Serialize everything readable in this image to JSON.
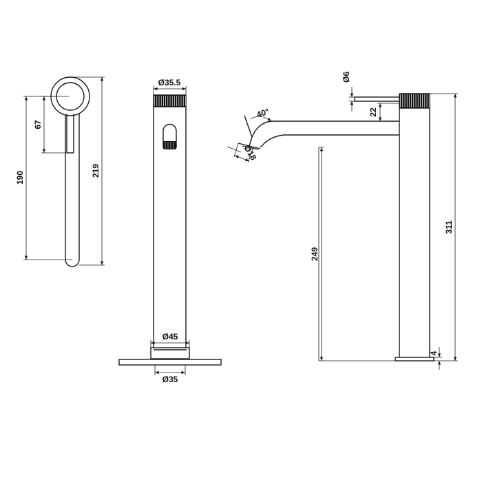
{
  "side_view": {
    "dim_67": "67",
    "dim_190": "190",
    "dim_219": "219"
  },
  "front_view": {
    "dim_top_diameter": "Ø35.5",
    "dim_base_diameter": "Ø45",
    "dim_bottom_diameter": "Ø35"
  },
  "profile_view": {
    "dim_pin_diameter": "Ø6",
    "dim_22": "22",
    "dim_angle": "40°",
    "dim_outlet_diameter": "Ø18",
    "dim_249": "249",
    "dim_311": "311",
    "dim_4": "4"
  },
  "colors": {
    "line": "#1a1a1a",
    "background": "#ffffff"
  }
}
